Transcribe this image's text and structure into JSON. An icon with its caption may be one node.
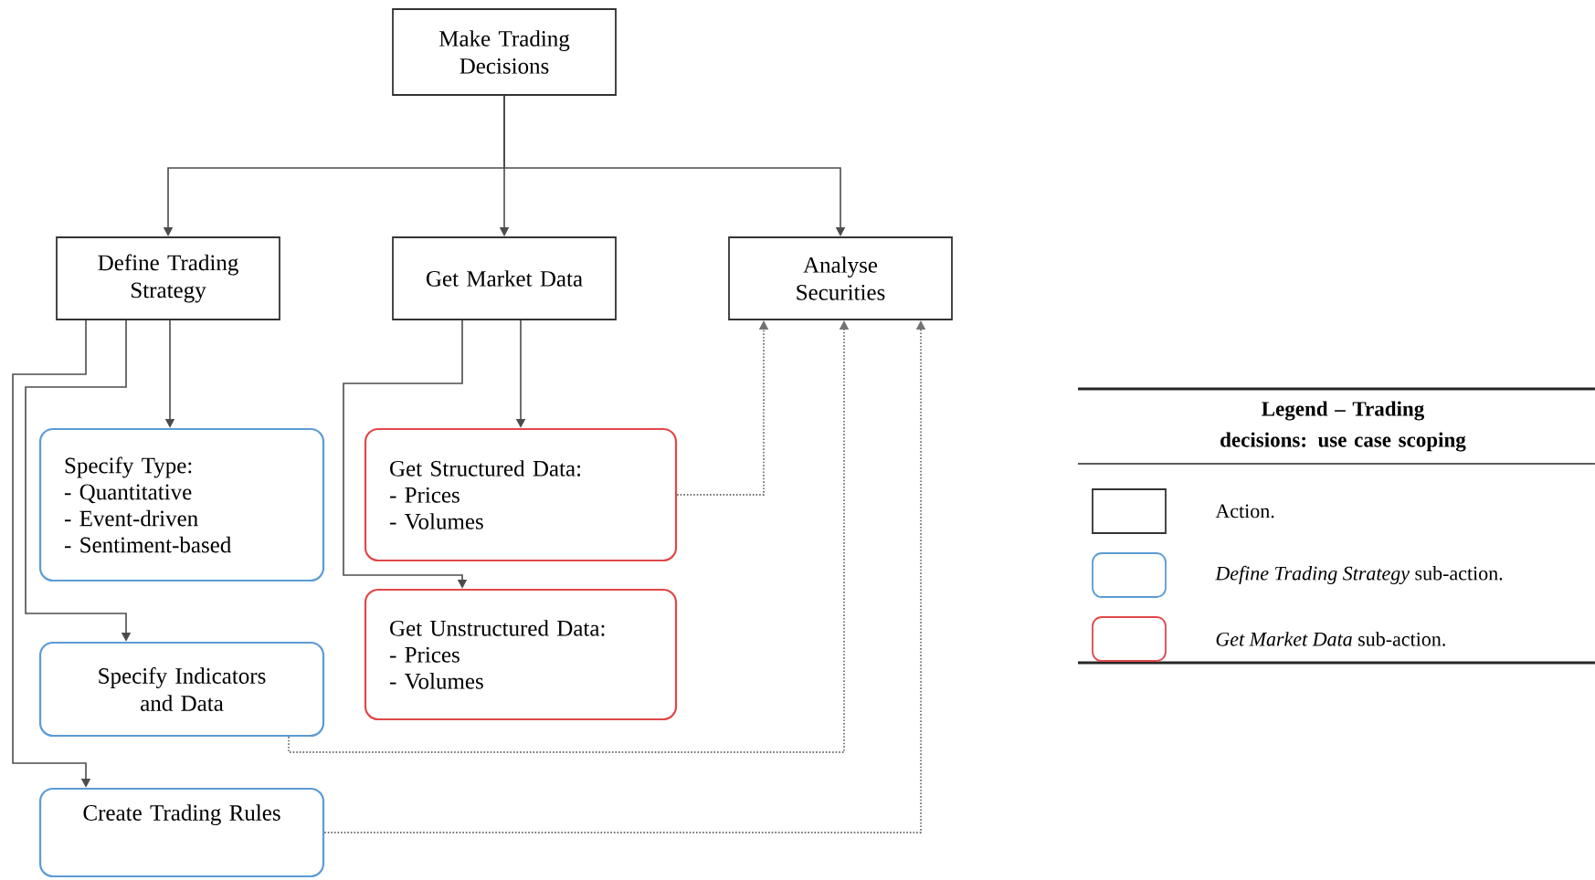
{
  "diagram": {
    "nodes": [
      {
        "text": [
          "Make Trading Decisions"
        ]
      },
      {
        "text": [
          "Define Trading Strategy"
        ]
      },
      {
        "text": [
          "Get Market Data"
        ]
      },
      {
        "text": [
          "Analyse Securities"
        ]
      },
      {
        "text": [
          "Specify Type:",
          "- Quantitative",
          "- Event-driven",
          "- Sentiment-based"
        ]
      },
      {
        "text": [
          "Specify Indicators and Data"
        ]
      },
      {
        "text": [
          "Create Trading Rules"
        ]
      },
      {
        "text": [
          "Get Structured Data:",
          "- Prices",
          "- Volumes"
        ]
      },
      {
        "text": [
          "Get Unstructured Data:",
          "- Prices",
          "- Volumes"
        ]
      }
    ],
    "edges": [
      {
        "from": 0,
        "to": 1,
        "arrow": "to"
      },
      {
        "from": 0,
        "to": 2,
        "arrow": "to"
      },
      {
        "from": 0,
        "to": 3,
        "arrow": "to"
      },
      {
        "from": 1,
        "to": 4,
        "arrow": "to"
      },
      {
        "from": 1,
        "to": 5,
        "arrow": "to"
      },
      {
        "from": 1,
        "to": 6,
        "arrow": "to"
      },
      {
        "from": 2,
        "to": 7,
        "arrow": "to"
      },
      {
        "from": 2,
        "to": 8,
        "arrow": "to"
      },
      {
        "from": 7,
        "to": 3,
        "arrow": "to",
        "style": "dashed"
      },
      {
        "from": 5,
        "to": 3,
        "arrow": "to",
        "style": "dashed"
      },
      {
        "from": 6,
        "to": 3,
        "arrow": "to",
        "style": "dashed"
      }
    ],
    "labels": [
      "Legend – Trading decisions: use case scoping"
    ],
    "legend": [
      {
        "text": "Action."
      },
      {
        "text": "*Define Trading Strategy* sub-action."
      },
      {
        "text": "*Get Market Data* sub-action."
      }
    ]
  }
}
